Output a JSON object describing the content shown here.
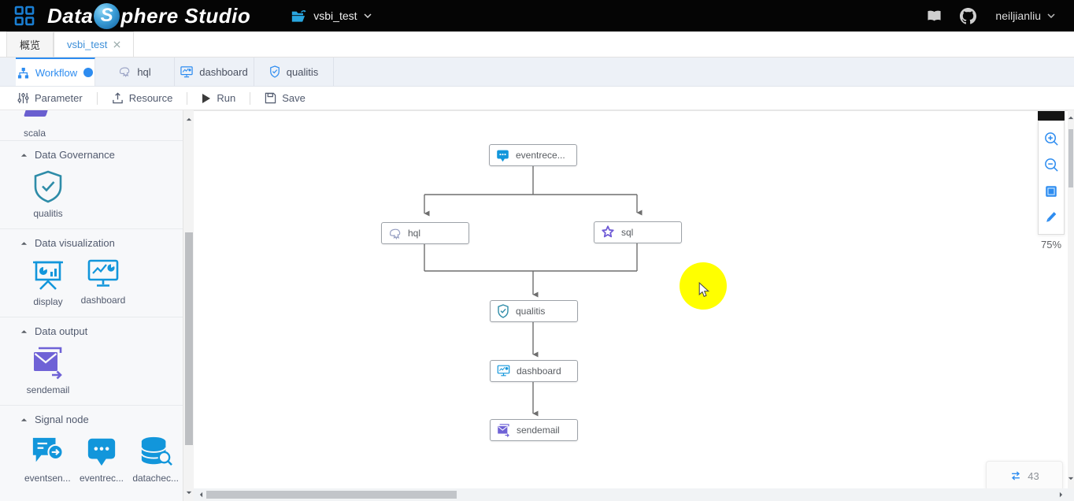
{
  "colors": {
    "accent": "#2d8cf0",
    "node_blue": "#1296db",
    "purple": "#6f62d6",
    "teal": "#2e8ca8",
    "highlight_yellow": "#ffff00",
    "header_bg": "#050505"
  },
  "header": {
    "logo_part1": "Data",
    "logo_s": "S",
    "logo_part2": "phere Studio",
    "project": "vsbi_test",
    "username": "neiljianliu"
  },
  "workspace_tabs": {
    "overview": "概览",
    "project": "vsbi_test"
  },
  "editor_tabs": [
    {
      "label": "Workflow",
      "icon": "workflow-icon",
      "active": true
    },
    {
      "label": "hql",
      "icon": "hive-icon",
      "active": false
    },
    {
      "label": "dashboard",
      "icon": "monitor-icon",
      "active": false
    },
    {
      "label": "qualitis",
      "icon": "shield-icon",
      "active": false
    }
  ],
  "toolbar": {
    "parameter": "Parameter",
    "resource": "Resource",
    "run": "Run",
    "save": "Save"
  },
  "sidebar": {
    "sections": [
      {
        "title": "",
        "items": [
          {
            "label": "scala",
            "icon": "scala-icon"
          }
        ]
      },
      {
        "title": "Data Governance",
        "items": [
          {
            "label": "qualitis",
            "icon": "shield-check-icon"
          }
        ]
      },
      {
        "title": "Data visualization",
        "items": [
          {
            "label": "display",
            "icon": "easel-chart-icon"
          },
          {
            "label": "dashboard",
            "icon": "monitor-chart-icon"
          }
        ]
      },
      {
        "title": "Data output",
        "items": [
          {
            "label": "sendemail",
            "icon": "envelope-send-icon"
          }
        ]
      },
      {
        "title": "Signal node",
        "items": [
          {
            "label": "eventsen...",
            "icon": "chat-send-icon"
          },
          {
            "label": "eventrec...",
            "icon": "chat-dots-icon"
          },
          {
            "label": "datachec...",
            "icon": "database-search-icon"
          }
        ]
      }
    ]
  },
  "canvas": {
    "nodes": [
      {
        "label": "eventrece...",
        "icon": "chat-dots-icon"
      },
      {
        "label": "hql",
        "icon": "hive-icon"
      },
      {
        "label": "sql",
        "icon": "star-icon"
      },
      {
        "label": "qualitis",
        "icon": "shield-check-icon"
      },
      {
        "label": "dashboard",
        "icon": "monitor-chart-icon"
      },
      {
        "label": "sendemail",
        "icon": "envelope-send-icon"
      }
    ],
    "zoom_level": "75%",
    "exec_count": "43"
  }
}
